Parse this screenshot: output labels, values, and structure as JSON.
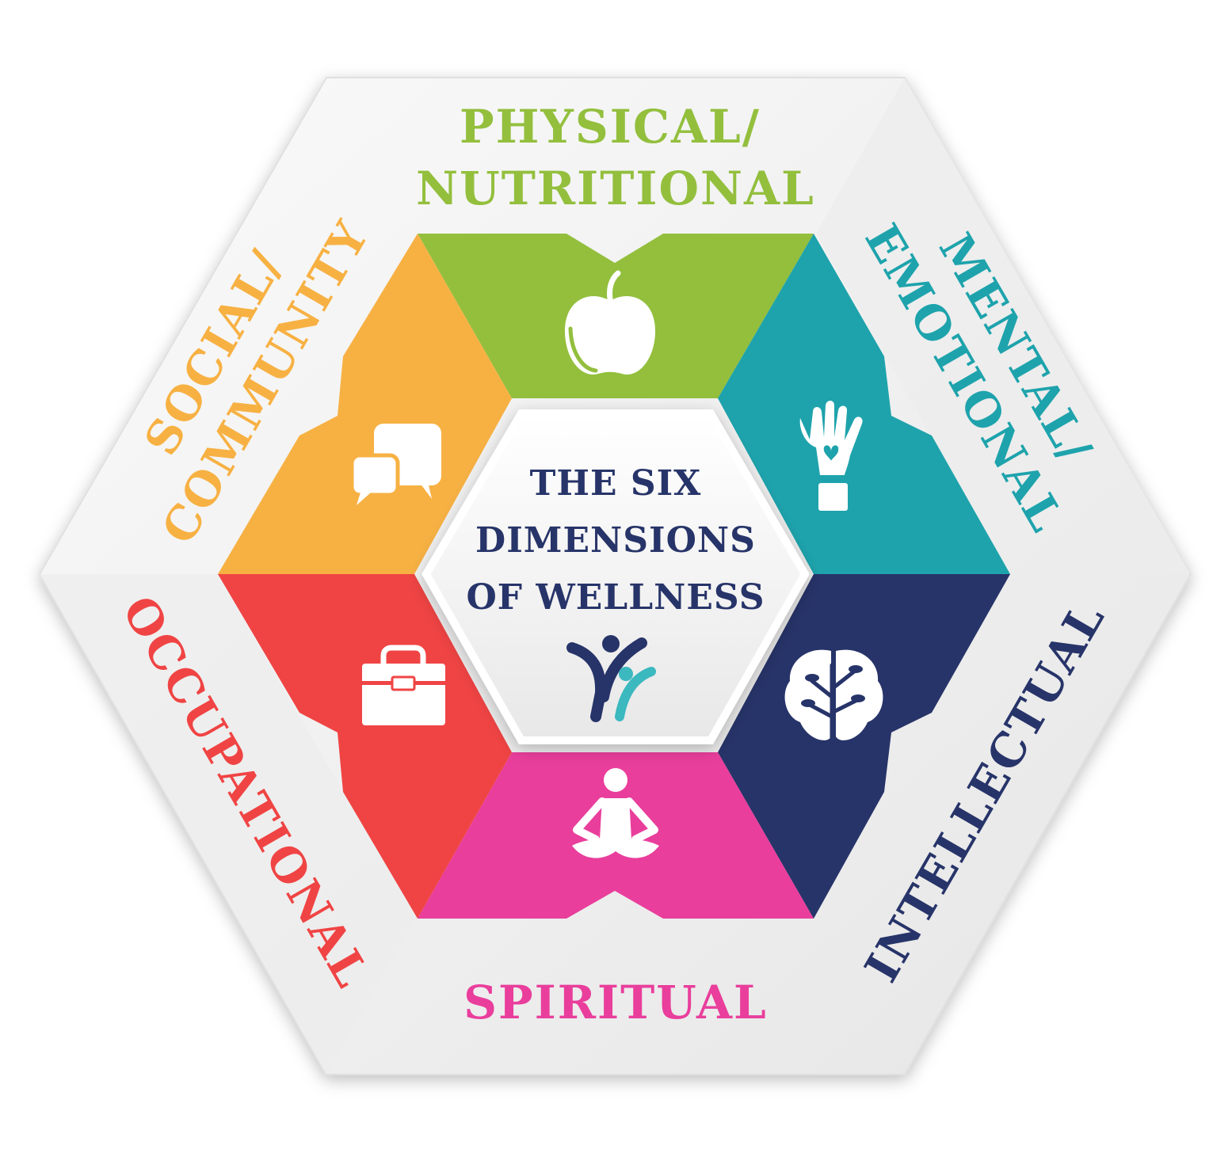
{
  "title": {
    "line1": "THE SIX",
    "line2": "DIMENSIONS",
    "line3": "OF WELLNESS"
  },
  "dimensions": {
    "physical": {
      "line1": "PHYSICAL/",
      "line2": "NUTRITIONAL",
      "color": "#93BF3D",
      "icon": "apple-icon"
    },
    "mental": {
      "line1": "MENTAL/",
      "line2": "EMOTIONAL",
      "color": "#1EA3AC",
      "icon": "hand-heart-icon"
    },
    "intellectual": {
      "line1": "INTELLECTUAL",
      "color": "#273469",
      "icon": "brain-tree-icon"
    },
    "spiritual": {
      "line1": "SPIRITUAL",
      "color": "#E93E9C",
      "icon": "meditation-icon"
    },
    "occupational": {
      "line1": "OCCUPATIONAL",
      "color": "#F04444",
      "icon": "toolbox-icon"
    },
    "social": {
      "line1": "SOCIAL/",
      "line2": "COMMUNITY",
      "color": "#F7B143",
      "icon": "speech-bubbles-icon"
    }
  },
  "colors": {
    "outer_panel": "#F2F2F2",
    "outer_panel_shade": "#E2E2E2",
    "center_panel": "#F4F4F4",
    "title_text": "#273469",
    "logo_teal": "#3CB8BF"
  }
}
